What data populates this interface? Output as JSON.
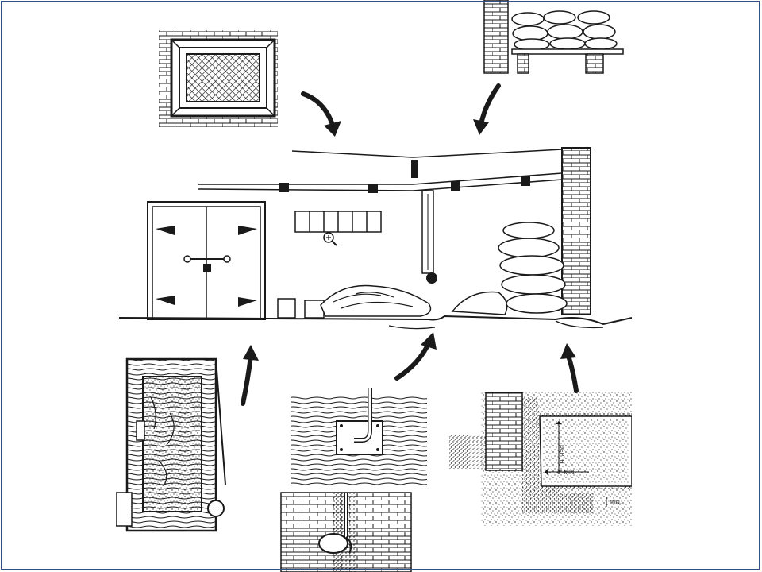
{
  "labels": {
    "depth": "DEPTH",
    "depth_min": "6\" MIN.",
    "width_min": "6\" MIN.",
    "min": "MIN."
  },
  "icons": {
    "zoom_cursor": "magnifier-plus-icon"
  },
  "colors": {
    "ink": "#1a1a1a",
    "paper": "#ffffff",
    "frame": "#2f4f86"
  }
}
